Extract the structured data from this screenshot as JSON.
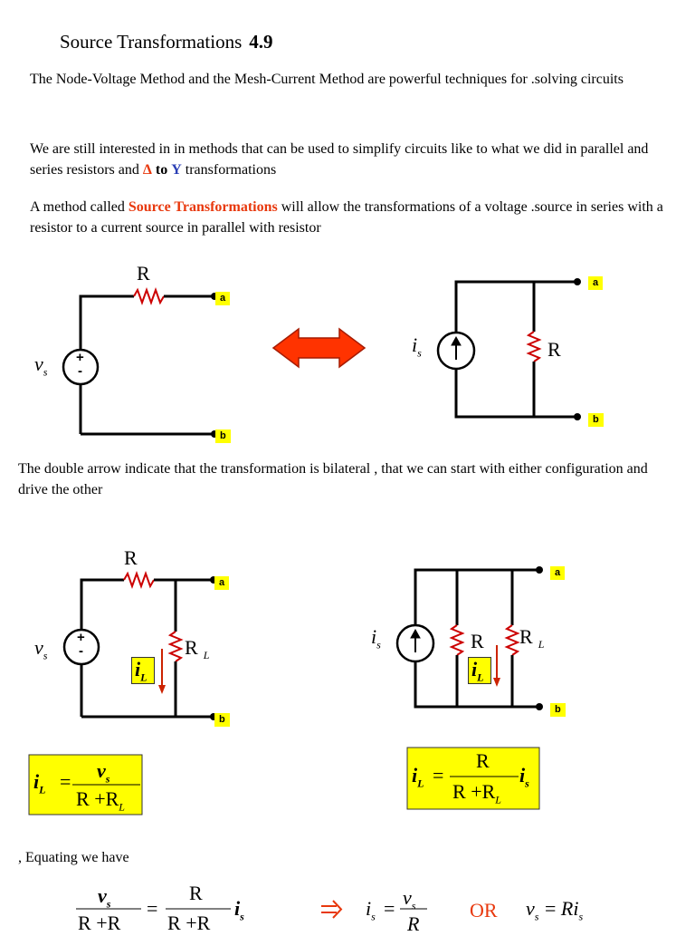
{
  "title": {
    "text": "Source Transformations",
    "number": "4.9"
  },
  "para1": "The Node-Voltage Method and the Mesh-Current Method are powerful techniques for .solving circuits",
  "para2": {
    "before": "We are still interested in in methods that can be used to simplify circuits like to what we did in parallel and series resistors and",
    "delta": "Δ",
    "to": "to",
    "y": "Y",
    "after": "transformations"
  },
  "para3": {
    "before": "A method called",
    "highlight": "Source Transformations",
    "after": "will allow the transformations of a voltage .source in series with a resistor to a current source in parallel with resistor"
  },
  "para4": "The double arrow indicate that the transformation is bilateral , that we can start  with either configuration and drive the other",
  "para5": ", Equating we have",
  "labels": {
    "a": "a",
    "b": "b",
    "R": "R",
    "RL": "R",
    "L": "L",
    "vs": "v",
    "s": "s",
    "is": "i",
    "iL": "i",
    "plus": "+",
    "minus": "-"
  },
  "eq_or": "OR",
  "colors": {
    "accent_red": "#e8380d",
    "accent_blue": "#2b3fb5",
    "highlight": "#ffff00",
    "arrow": "#ff3300"
  }
}
